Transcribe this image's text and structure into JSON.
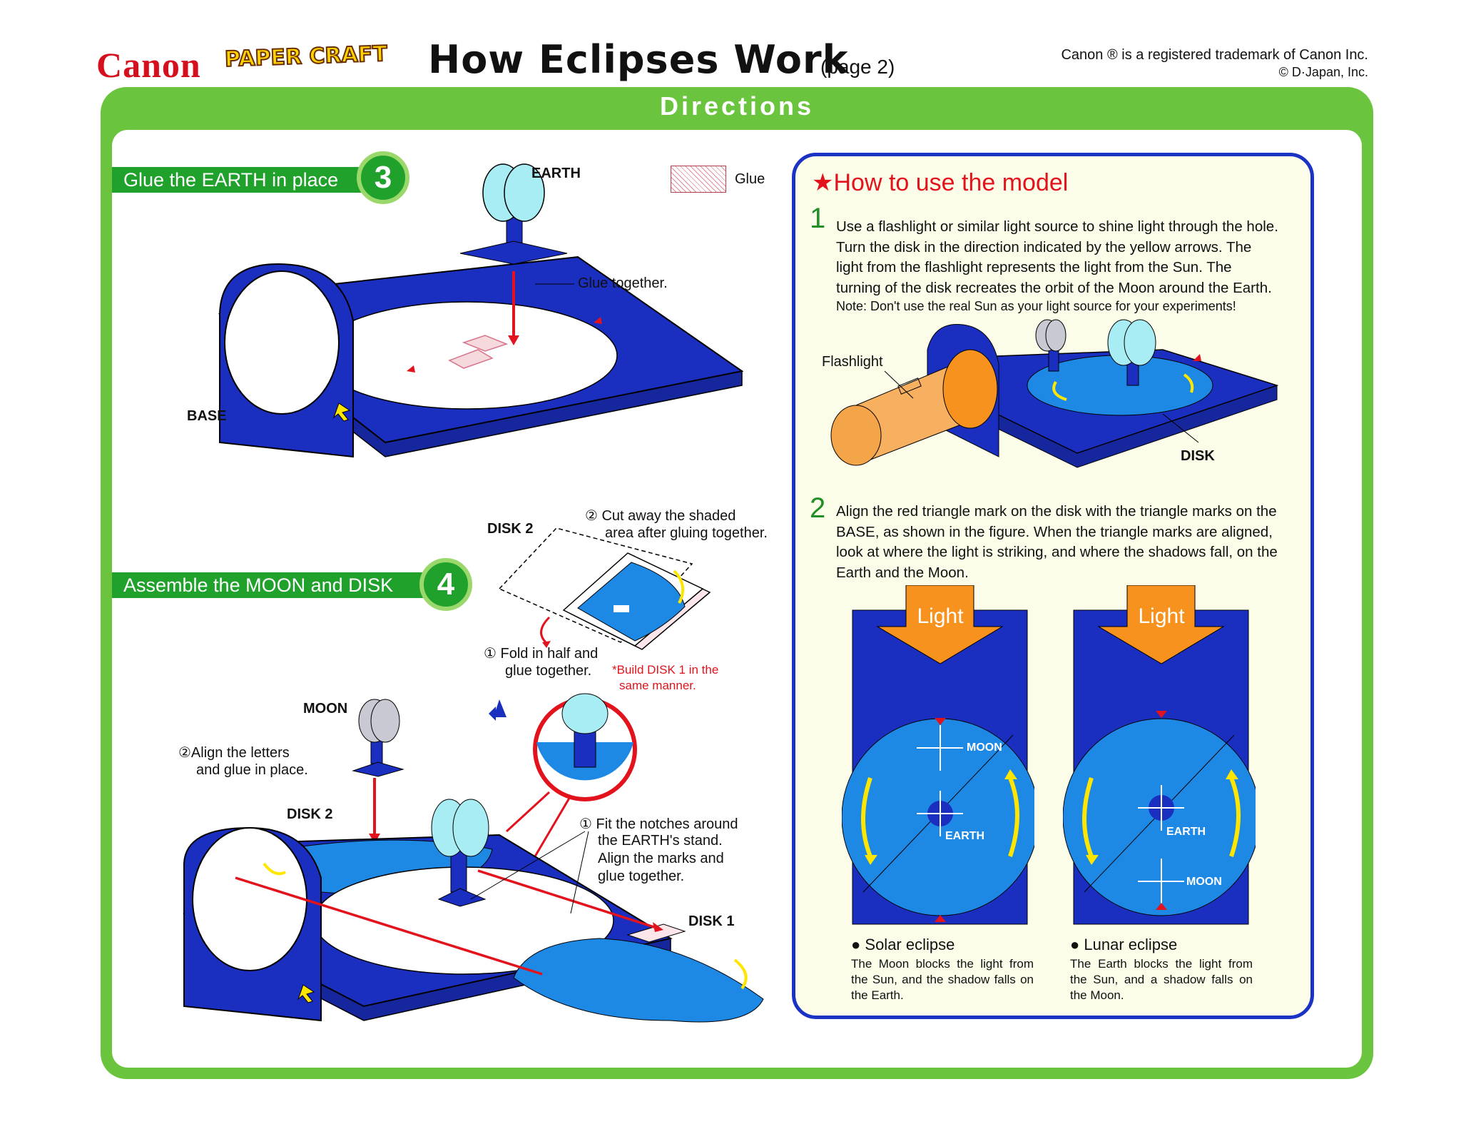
{
  "header": {
    "brand": "Canon",
    "papercraft_logo": "PAPER CRAFT",
    "title": "How Eclipses Work",
    "page": "(page 2)",
    "trademark": "Canon ® is a registered trademark of Canon Inc.",
    "copyright": "© D·Japan, Inc."
  },
  "section_title": "Directions",
  "step3": {
    "title": "Glue the EARTH in place",
    "number": "3",
    "earth_label": "EARTH",
    "glue_legend": "Glue",
    "glue_note": "Glue together.",
    "base_label": "BASE"
  },
  "step4": {
    "title": "Assemble the MOON and DISK",
    "number": "4",
    "disk2_label": "DISK 2",
    "cut_note_1": "② Cut away the shaded",
    "cut_note_2": "area after gluing together.",
    "fold_note_1": "① Fold in half and",
    "fold_note_2": "glue together.",
    "build_note_1": "*Build DISK 1 in the",
    "build_note_2": "same manner.",
    "moon_label": "MOON",
    "align_note_1": "②Align the letters",
    "align_note_2": "and glue in place.",
    "disk2_label_b": "DISK 2",
    "fit_note_1": "① Fit the notches around",
    "fit_note_2": "the EARTH's stand.",
    "fit_note_3": "Align the marks and",
    "fit_note_4": "glue together.",
    "disk1_label": "DISK 1"
  },
  "usage": {
    "title": "★How to use the model",
    "step1_num": "1",
    "step1_lines": [
      "Use a flashlight or similar light source to shine light through the hole.",
      "Turn the disk in the direction indicated by the yellow arrows.  The",
      "light from the flashlight represents the light from the Sun.  The",
      "turning of the disk recreates the orbit of the Moon around the Earth."
    ],
    "step1_note": "Note: Don't use the real Sun as your light source for your experiments!",
    "flashlight_label": "Flashlight",
    "disk_label": "DISK",
    "step2_num": "2",
    "step2_lines": [
      "Align the red triangle mark on the disk with the triangle marks on the",
      "BASE, as shown in the figure.  When the triangle marks are aligned,",
      "look at where the light is striking, and where the shadows fall, on the",
      "Earth and the Moon."
    ],
    "light_label": "Light",
    "moon": "MOON",
    "earth": "EARTH",
    "solar_title": "● Solar eclipse",
    "solar_desc": "The Moon blocks the light from the Sun, and the shadow falls on the Earth.",
    "lunar_title": "● Lunar eclipse",
    "lunar_desc": "The Earth blocks the light from the Sun, and a shadow falls on the Moon."
  },
  "colors": {
    "frame_green": "#6ac43e",
    "step_green": "#1fa12b",
    "panel_blue": "#1b33c4",
    "base_blue": "#1a2fc0",
    "disk_blue": "#1e88e5",
    "light_orange": "#f7921e",
    "accent_red": "#e2131c"
  }
}
